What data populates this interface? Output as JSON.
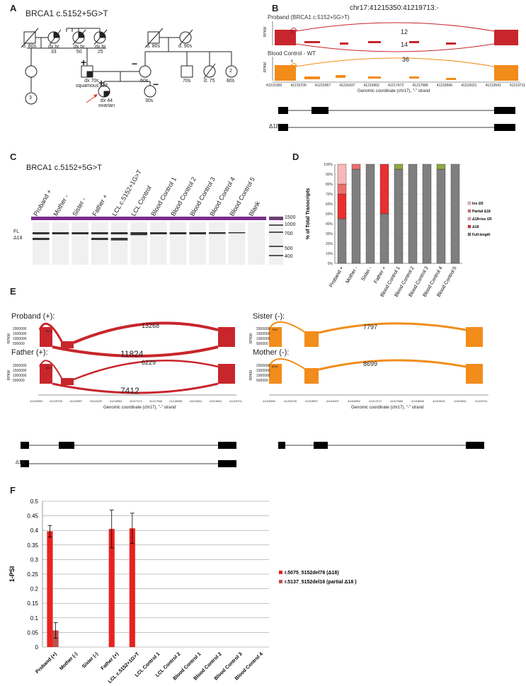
{
  "panels": {
    "A": "A",
    "B": "B",
    "C": "C",
    "D": "D",
    "E": "E",
    "F": "F"
  },
  "pedigree": {
    "title": "BRCA1  c.5152+5G>T",
    "labels": {
      "d80s_left": "d. 80s",
      "dxbr33": "dx br\n33",
      "dxbr50": "dx br\n50",
      "dxbr25": "dx br\n25",
      "d80s_right": "d. 80s",
      "d90s": "d. 90s",
      "father_dx": "dx 70s\nsquamous cell",
      "proband_dx": "dx 44\novarian",
      "n60s": "60s",
      "n70s": "70s",
      "d75": "d. 75",
      "n80s": "80s",
      "n30s": "30s",
      "count3": "3",
      "count2": "2",
      "plus": "+",
      "minus": "−"
    }
  },
  "panelB": {
    "title": "chr17:41215350:41219713:-",
    "proband_label": "Proband (BRCA1  c.5152+5G>T)",
    "control_label": "Blood Control - WT",
    "rpkm": "RPKM",
    "proband_junction_top": "12",
    "proband_junction_bottom": "14",
    "proband_small": "5",
    "control_junction": "36",
    "control_small": "6",
    "xticks": [
      "41215350",
      "41215709",
      "41215957",
      "41216437",
      "41216952",
      "41217472",
      "41217986",
      "41218506",
      "41219021",
      "41219541",
      "41219711"
    ],
    "xlabel": "Genomic coordinate (chr17), \"-\" strand",
    "delta_label": "Δ18"
  },
  "panelC": {
    "title": "BRCA1  c.5152+5G>T",
    "lanes": [
      "Proband +",
      "Mother -",
      "Sister -",
      "Father +",
      "LCL c.5152+1G>T",
      "LCL Control",
      "Blood Control 1",
      "Blood Control 2",
      "Blood Control 3",
      "Blood Control 4",
      "Blood Control 5",
      "Blank"
    ],
    "fl_label": "FL",
    "delta_label": "Δ18",
    "ladder": [
      "1500",
      "1000",
      "700",
      "500",
      "400"
    ]
  },
  "chart_data": [
    {
      "type": "bar",
      "stacked": true,
      "ylabel": "% of Total Transcripts",
      "ylim": [
        0,
        100
      ],
      "yticks": [
        "0%",
        "10%",
        "20%",
        "30%",
        "40%",
        "50%",
        "60%",
        "70%",
        "80%",
        "90%",
        "100%"
      ],
      "categories": [
        "Proband +",
        "Mother -",
        "Sister -",
        "Father +",
        "Blood Control 1",
        "Blood Control 2",
        "Blood Control 3",
        "Blood Control 4",
        "Blood Control 5"
      ],
      "series": [
        {
          "name": "Full-length",
          "color": "#7f7f7f",
          "values": [
            45,
            95,
            100,
            50,
            95,
            100,
            100,
            95,
            100
          ]
        },
        {
          "name": "Δ18",
          "color": "#e83030",
          "values": [
            25,
            0,
            0,
            50,
            0,
            0,
            0,
            0,
            0
          ]
        },
        {
          "name": "Δ18+ins i20",
          "color": "#f4a0a0",
          "values": [
            0,
            0,
            0,
            0,
            0,
            0,
            0,
            0,
            0
          ]
        },
        {
          "name": "Partial Δ18",
          "color": "#ee6f6f",
          "values": [
            10,
            5,
            0,
            0,
            0,
            0,
            0,
            0,
            0
          ]
        },
        {
          "name": "ins i20",
          "color": "#f8b8b8",
          "values": [
            20,
            0,
            0,
            0,
            5,
            0,
            0,
            5,
            0
          ]
        }
      ],
      "top_colors": [
        "#f8b8b8",
        "#ee6f6f",
        "",
        "",
        "#8fa840",
        "",
        "",
        "#8fa840",
        ""
      ],
      "legend_labels": [
        "Ins i20",
        "Partial Δ18",
        "Δ18+ins i20",
        "Δ18",
        "Full-length"
      ]
    },
    {
      "type": "bar",
      "ylabel": "1-PSI",
      "ylim": [
        0,
        0.5
      ],
      "yticks": [
        "0",
        "0.05",
        "0.1",
        "0.15",
        "0.2",
        "0.25",
        "0.3",
        "0.35",
        "0.4",
        "0.45",
        "0.5"
      ],
      "categories": [
        "Proband (+)",
        "Mother (-)",
        "Sister (-)",
        "Father (+)",
        "LCL c.5152+1G>T",
        "LCL Control 1",
        "LCL Control 2",
        "Blood Control 1",
        "Blood Control 2",
        "Blood Control 3",
        "Blood Control 4"
      ],
      "series": [
        {
          "name": "r.5075_5152del78 (Δ18)",
          "color": "#e8231f",
          "values": [
            0.397,
            0,
            0,
            0.405,
            0.407,
            0,
            0,
            0,
            0,
            0,
            0
          ],
          "errors": [
            0.02,
            0,
            0,
            0.065,
            0.052,
            0,
            0,
            0,
            0,
            0,
            0
          ]
        },
        {
          "name": "r.5137_5152del16 (partial Δ18 )",
          "color": "#c0504d",
          "values": [
            0.057,
            0,
            0,
            0,
            0,
            0,
            0,
            0,
            0,
            0,
            0
          ],
          "errors": [
            0.027,
            0,
            0,
            0,
            0,
            0,
            0,
            0,
            0,
            0,
            0
          ]
        }
      ]
    }
  ],
  "panelE": {
    "proband_label": "Proband (+):",
    "father_label": "Father (+):",
    "sister_label": "Sister (-):",
    "mother_label": "Mother (-):",
    "proband_top": "13268",
    "proband_bottom": "11824",
    "father_top": "6229",
    "father_bottom": "7412",
    "sister_top": "7797",
    "mother_top": "8699",
    "proband_small": "9915",
    "father_small": "5619",
    "sister_small": "7697",
    "mother_small": "8051",
    "rpkm": "RPKM",
    "yticks": [
      "2000000",
      "1500000",
      "1000000",
      "500000"
    ],
    "xticks": [
      "41215350",
      "41215709",
      "41215957",
      "41216437",
      "41216952",
      "41217472",
      "41217986",
      "41218506",
      "41219021",
      "41219541",
      "41219711"
    ],
    "xlabel": "Genomic coordinate (chr17), \"-\" strand",
    "delta_label": "Δ18"
  }
}
